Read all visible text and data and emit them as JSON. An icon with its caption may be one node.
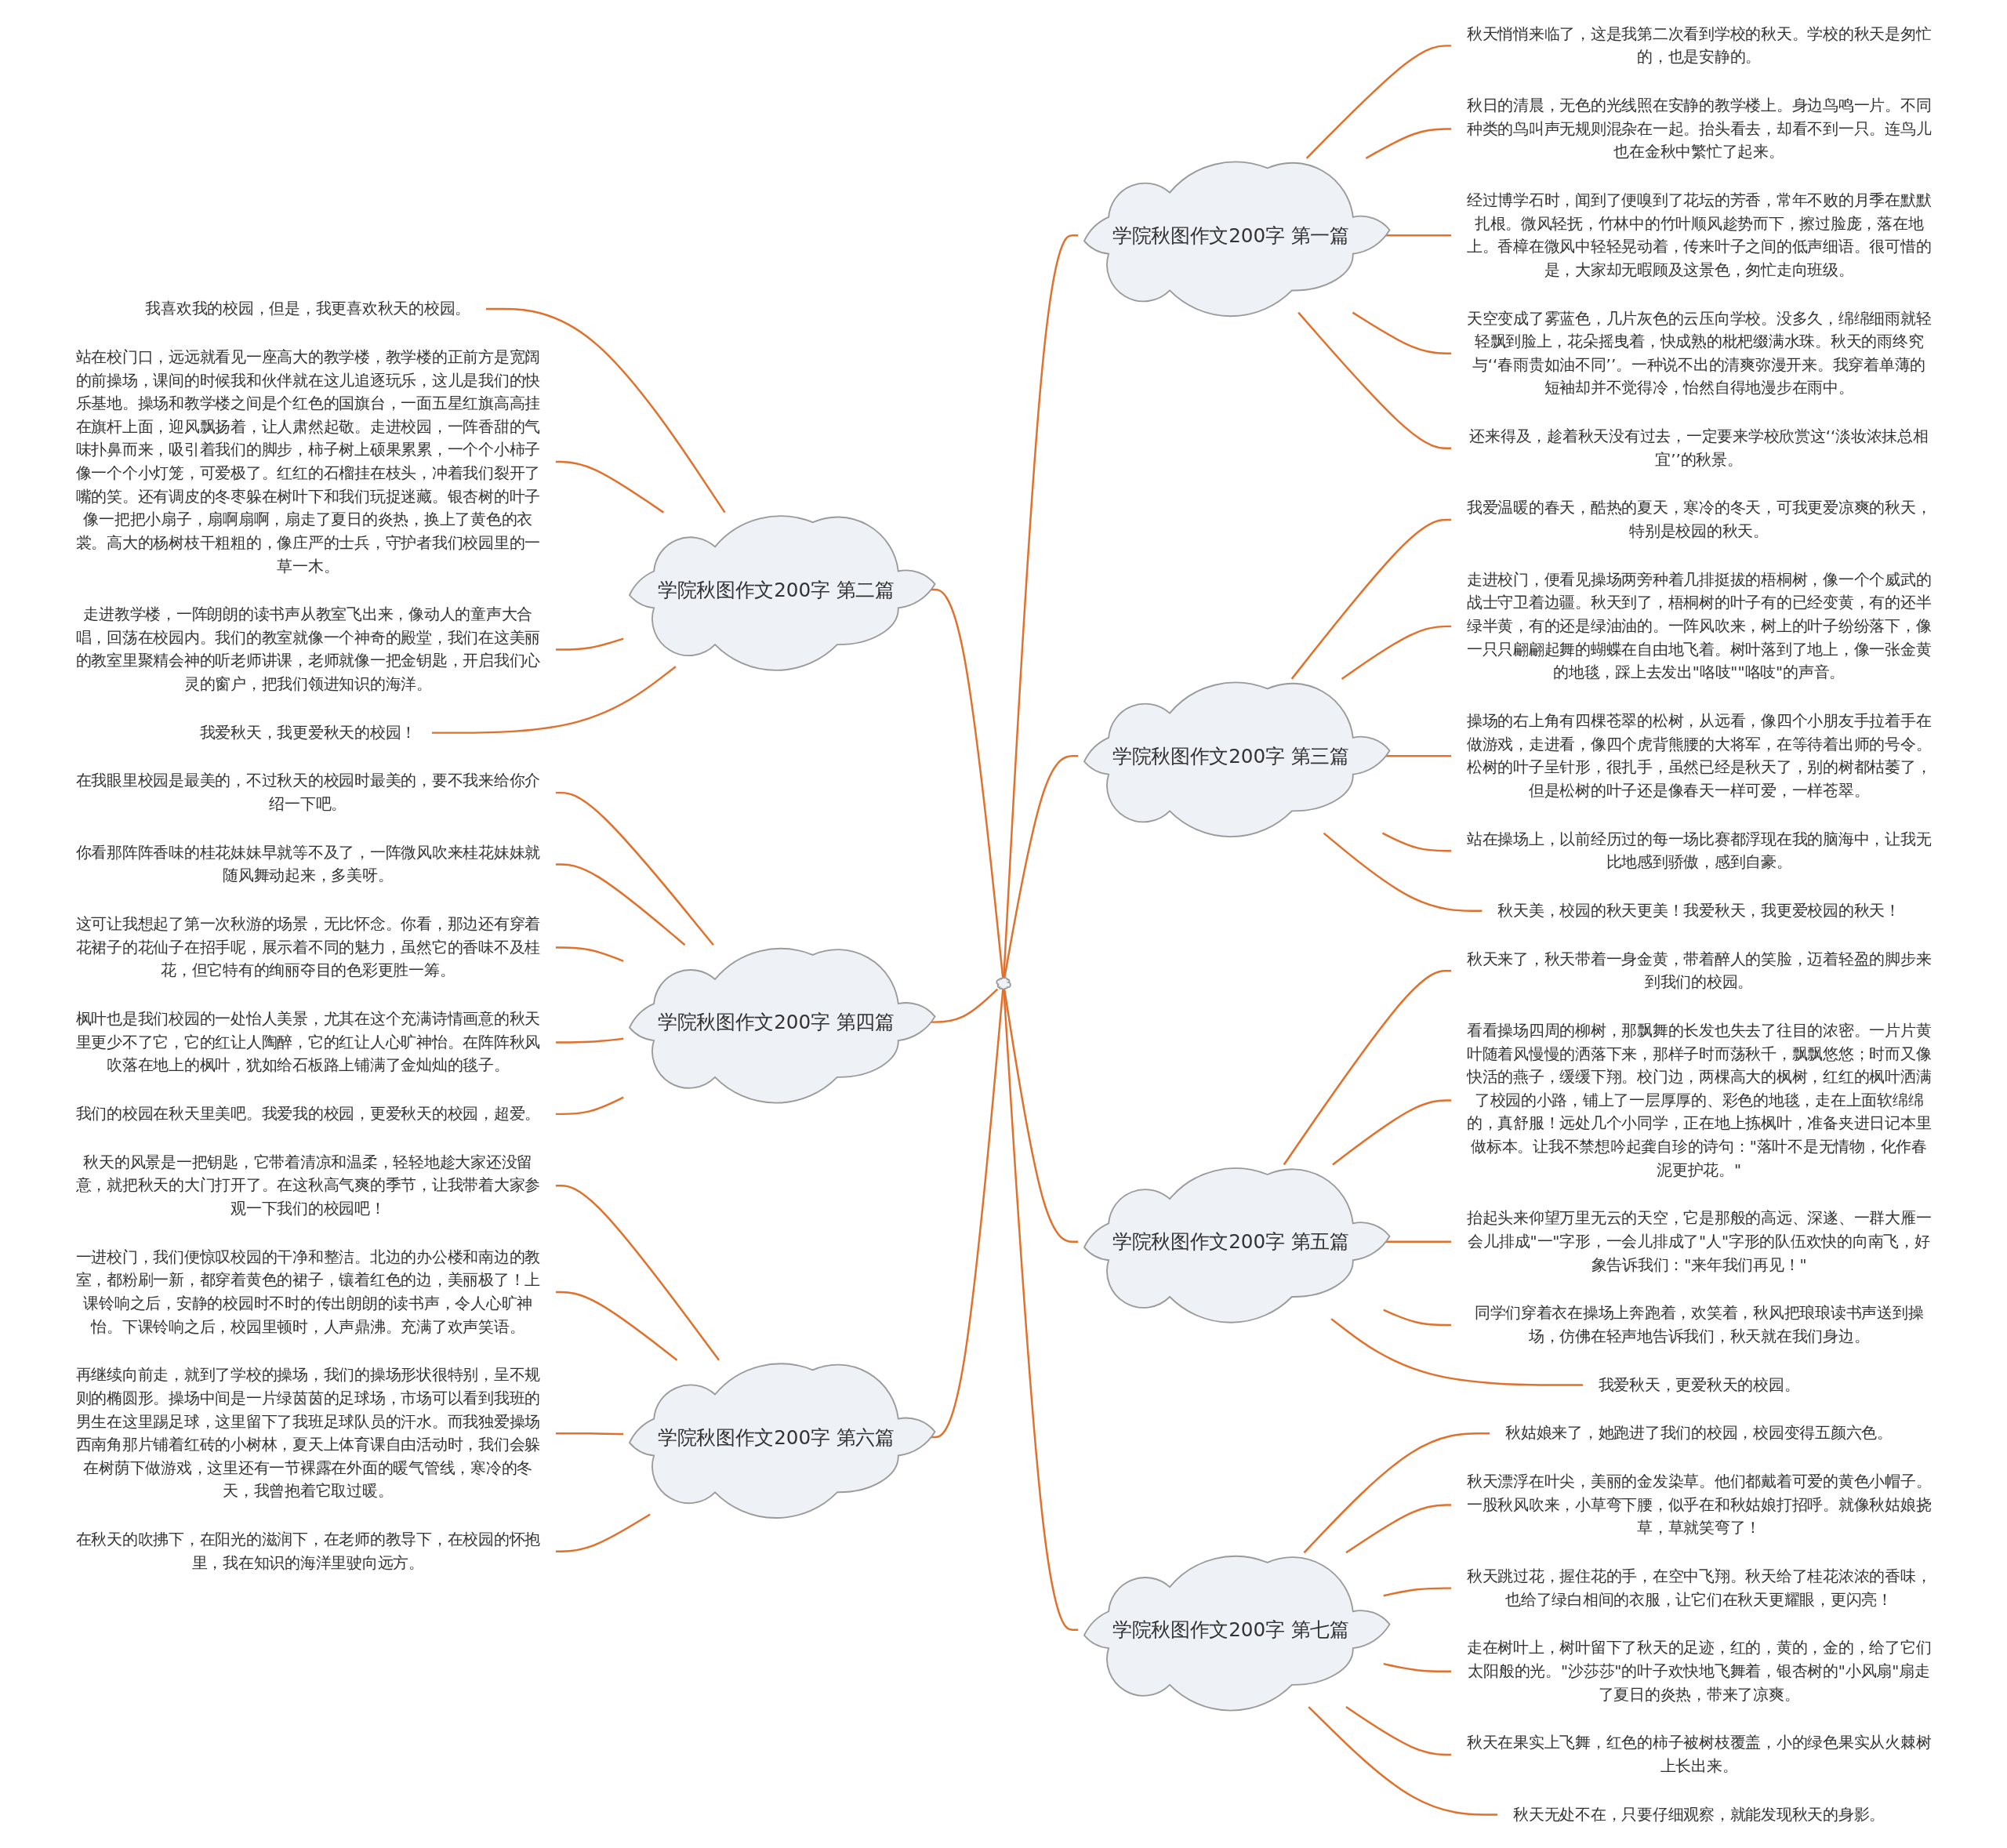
{
  "diagram": {
    "nodes": [
      {
        "text": [],
        "shape": "cloud"
      },
      {
        "text": [
          "学院秋图作文200字 第一篇"
        ]
      },
      {
        "text": [
          "秋天悄悄来临了，这是我第二次看到学校的秋天。学校的秋天是匆忙的，也是安静的。"
        ]
      },
      {
        "text": [
          "秋日的清晨，无色的光线照在安静的教学楼上。身边鸟鸣一片。不同种类的鸟叫声无规则混杂在一起。抬头看去，却看不到一只。连鸟儿也在金秋中繁忙了起来。"
        ]
      },
      {
        "text": [
          "经过博学石时，闻到了便嗅到了花坛的芳香，常年不败的月季在默默扎根。微风轻抚，竹林中的竹叶顺风趁势而下，擦过脸庞，落在地上。香樟在微风中轻轻晃动着，传来叶子之间的低声细语。很可惜的是，大家却无暇顾及这景色，匆忙走向班级。"
        ]
      },
      {
        "text": [
          "天空变成了雾蓝色，几片灰色的云压向学校。没多久，绵绵细雨就轻轻飘到脸上，花朵摇曳着，快成熟的枇杷缀满水珠。秋天的雨终究与‘‘春雨贵如油不同’’。一种说不出的清爽弥漫开来。我穿着单薄的短袖却并不觉得冷，怡然自得地漫步在雨中。"
        ]
      },
      {
        "text": [
          "还来得及，趁着秋天没有过去，一定要来学校欣赏这‘‘淡妆浓抹总相宜’’的秋景。"
        ]
      },
      {
        "text": [
          "学院秋图作文200字 第二篇"
        ]
      },
      {
        "text": [
          "我喜欢我的校园，但是，我更喜欢秋天的校园。"
        ]
      },
      {
        "text": [
          "站在校门口，远远就看见一座高大的教学楼，教学楼的正前方是宽阔的前操场，课间的时候我和伙伴就在这儿追逐玩乐，这儿是我们的快乐基地。操场和教学楼之间是个红色的国旗台，一面五星红旗高高挂在旗杆上面，迎风飘扬着，让人肃然起敬。走进校园，一阵香甜的气味扑鼻而来，吸引着我们的脚步，柿子树上硕果累累，一个个小柿子像一个个小灯笼，可爱极了。红红的石榴挂在枝头，冲着我们裂开了嘴的笑。还有调皮的冬枣躲在树叶下和我们玩捉迷藏。银杏树的叶子像一把把小扇子，扇啊扇啊，扇走了夏日的炎热，换上了黄色的衣裳。高大的杨树枝干粗粗的，像庄严的士兵，守护者我们校园里的一草一木。"
        ]
      },
      {
        "text": [
          "走进教学楼，一阵朗朗的读书声从教室飞出来，像动人的童声大合唱，回荡在校园内。我们的教室就像一个神奇的殿堂，我们在这美丽的教室里聚精会神的听老师讲课，老师就像一把金钥匙，开启我们心灵的窗户，把我们领进知识的海洋。"
        ]
      },
      {
        "text": [
          "我爱秋天，我更爱秋天的校园！"
        ]
      },
      {
        "text": [
          "学院秋图作文200字 第三篇"
        ]
      },
      {
        "text": [
          "我爱温暖的春天，酷热的夏天，寒冷的冬天，可我更爱凉爽的秋天，特别是校园的秋天。"
        ]
      },
      {
        "text": [
          "走进校门，便看见操场两旁种着几排挺拔的梧桐树，像一个个威武的战士守卫着边疆。秋天到了，梧桐树的叶子有的已经变黄，有的还半绿半黄，有的还是绿油油的。一阵风吹来，树上的叶子纷纷落下，像一只只翩翩起舞的蝴蝶在自由地飞着。树叶落到了地上，像一张金黄的地毯，踩上去发出\"咯吱\"\"咯吱\"的声音。"
        ]
      },
      {
        "text": [
          "操场的右上角有四棵苍翠的松树，从远看，像四个小朋友手拉着手在做游戏，走进看，像四个虎背熊腰的大将军，在等待着出师的号令。松树的叶子呈针形，很扎手，虽然已经是秋天了，别的树都枯萎了，但是松树的叶子还是像春天一样可爱，一样苍翠。"
        ]
      },
      {
        "text": [
          "站在操场上，以前经历过的每一场比赛都浮现在我的脑海中，让我无比地感到骄傲，感到自豪。"
        ]
      },
      {
        "text": [
          "秋天美，校园的秋天更美！我爱秋天，我更爱校园的秋天！"
        ]
      },
      {
        "text": [
          "学院秋图作文200字 第四篇"
        ]
      },
      {
        "text": [
          "在我眼里校园是最美的，不过秋天的校园时最美的，要不我来给你介绍一下吧。"
        ]
      },
      {
        "text": [
          "你看那阵阵香味的桂花妹妹早就等不及了，一阵微风吹来桂花妹妹就随风舞动起来，多美呀。"
        ]
      },
      {
        "text": [
          "这可让我想起了第一次秋游的场景，无比怀念。你看，那边还有穿着花裙子的花仙子在招手呢，展示着不同的魅力，虽然它的香味不及桂花，但它特有的绚丽夺目的色彩更胜一筹。"
        ]
      },
      {
        "text": [
          "枫叶也是我们校园的一处怡人美景，尤其在这个充满诗情画意的秋天里更少不了它，它的红让人陶醉，它的红让人心旷神怡。在阵阵秋风吹落在地上的枫叶，犹如给石板路上铺满了金灿灿的毯子。"
        ]
      },
      {
        "text": [
          "我们的校园在秋天里美吧。我爱我的校园，更爱秋天的校园，超爱。"
        ]
      },
      {
        "text": [
          "学院秋图作文200字 第五篇"
        ]
      },
      {
        "text": [
          "秋天来了，秋天带着一身金黄，带着醉人的笑脸，迈着轻盈的脚步来到我们的校园。"
        ]
      },
      {
        "text": [
          "看看操场四周的柳树，那飘舞的长发也失去了往目的浓密。一片片黄叶随着风慢慢的洒落下来，那样子时而荡秋千，飘飘悠悠；时而又像快活的燕子，缓缓下翔。校门边，两棵高大的枫树，红红的枫叶洒满了校园的小路，铺上了一层厚厚的、彩色的地毯，走在上面软绵绵的，真舒服！远处几个小同学，正在地上拣枫叶，准备夹进日记本里做标本。让我不禁想吟起龚自珍的诗句：\"落叶不是无情物，化作春泥更护花。\""
        ]
      },
      {
        "text": [
          "抬起头来仰望万里无云的天空，它是那般的高远、深遂、一群大雁一会儿排成\"一\"字形，一会儿排成了\"人\"字形的队伍欢快的向南飞，好象告诉我们：\"来年我们再见！\""
        ]
      },
      {
        "text": [
          "同学们穿着衣在操场上奔跑着，欢笑着，秋风把琅琅读书声送到操场，仿佛在轻声地告诉我们，秋天就在我们身边。"
        ]
      },
      {
        "text": [
          "我爱秋天，更爱秋天的校园。"
        ]
      },
      {
        "text": [
          "学院秋图作文200字 第六篇"
        ]
      },
      {
        "text": [
          "秋天的风景是一把钥匙，它带着清凉和温柔，轻轻地趁大家还没留意，就把秋天的大门打开了。在这秋高气爽的季节，让我带着大家参观一下我们的校园吧！"
        ]
      },
      {
        "text": [
          "一进校门，我们便惊叹校园的干净和整洁。北边的办公楼和南边的教室，都粉刷一新，都穿着黄色的裙子，镶着红色的边，美丽极了！上课铃响之后，安静的校园时不时的传出朗朗的读书声，令人心旷神怡。下课铃响之后，校园里顿时，人声鼎沸。充满了欢声笑语。"
        ]
      },
      {
        "text": [
          "再继续向前走，就到了学校的操场，我们的操场形状很特别，呈不规则的椭圆形。操场中间是一片绿茵茵的足球场，市场可以看到我班的男生在这里踢足球，这里留下了我班足球队员的汗水。而我独爱操场西南角那片铺着红砖的小树林，夏天上体育课自由活动时，我们会躲在树荫下做游戏，这里还有一节裸露在外面的暖气管线，寒冷的冬天，我曾抱着它取过暖。"
        ]
      },
      {
        "text": [
          "在秋天的吹拂下，在阳光的滋润下，在老师的教导下，在校园的怀抱里，我在知识的海洋里驶向远方。"
        ]
      },
      {
        "text": [
          "学院秋图作文200字 第七篇"
        ]
      },
      {
        "text": [
          "秋姑娘来了，她跑进了我们的校园，校园变得五颜六色。"
        ]
      },
      {
        "text": [
          "秋天漂浮在叶尖，美丽的金发染草。他们都戴着可爱的黄色小帽子。一股秋风吹来，小草弯下腰，似乎在和秋姑娘打招呼。就像秋姑娘挠草，草就笑弯了！"
        ]
      },
      {
        "text": [
          "秋天跳过花，握住花的手，在空中飞翔。秋天给了桂花浓浓的香味，也给了绿白相间的衣服，让它们在秋天更耀眼，更闪亮！"
        ]
      },
      {
        "text": [
          "走在树叶上，树叶留下了秋天的足迹，红的，黄的，金的，给了它们太阳般的光。\"沙莎莎\"的叶子欢快地飞舞着，银杏树的\"小风扇\"扇走了夏日的炎热，带来了凉爽。"
        ]
      },
      {
        "text": [
          "秋天在果实上飞舞，红色的柿子被树枝覆盖，小的绿色果实从火棘树上长出来。"
        ]
      },
      {
        "text": [
          "秋天无处不在，只要仔细观察，就能发现秋天的身影。"
        ]
      }
    ],
    "edges": [
      {
        "from": 0,
        "to": 1,
        "arrow": "none"
      },
      {
        "from": 1,
        "to": 2,
        "arrow": "none"
      },
      {
        "from": 1,
        "to": 3,
        "arrow": "none"
      },
      {
        "from": 1,
        "to": 4,
        "arrow": "none"
      },
      {
        "from": 1,
        "to": 5,
        "arrow": "none"
      },
      {
        "from": 1,
        "to": 6,
        "arrow": "none"
      },
      {
        "from": 7,
        "to": 0,
        "arrow": "none"
      },
      {
        "from": 8,
        "to": 7,
        "arrow": "none"
      },
      {
        "from": 9,
        "to": 7,
        "arrow": "none"
      },
      {
        "from": 10,
        "to": 7,
        "arrow": "none"
      },
      {
        "from": 11,
        "to": 7,
        "arrow": "none"
      },
      {
        "from": 0,
        "to": 12,
        "arrow": "none"
      },
      {
        "from": 12,
        "to": 13,
        "arrow": "none"
      },
      {
        "from": 12,
        "to": 14,
        "arrow": "none"
      },
      {
        "from": 12,
        "to": 15,
        "arrow": "none"
      },
      {
        "from": 12,
        "to": 16,
        "arrow": "none"
      },
      {
        "from": 12,
        "to": 17,
        "arrow": "none"
      },
      {
        "from": 18,
        "to": 0,
        "arrow": "none"
      },
      {
        "from": 19,
        "to": 18,
        "arrow": "none"
      },
      {
        "from": 20,
        "to": 18,
        "arrow": "none"
      },
      {
        "from": 21,
        "to": 18,
        "arrow": "none"
      },
      {
        "from": 22,
        "to": 18,
        "arrow": "none"
      },
      {
        "from": 23,
        "to": 18,
        "arrow": "none"
      },
      {
        "from": 0,
        "to": 24,
        "arrow": "none"
      },
      {
        "from": 24,
        "to": 25,
        "arrow": "none"
      },
      {
        "from": 24,
        "to": 26,
        "arrow": "none"
      },
      {
        "from": 24,
        "to": 27,
        "arrow": "none"
      },
      {
        "from": 24,
        "to": 28,
        "arrow": "none"
      },
      {
        "from": 24,
        "to": 29,
        "arrow": "none"
      },
      {
        "from": 30,
        "to": 0,
        "arrow": "none"
      },
      {
        "from": 31,
        "to": 30,
        "arrow": "none"
      },
      {
        "from": 32,
        "to": 30,
        "arrow": "none"
      },
      {
        "from": 33,
        "to": 30,
        "arrow": "none"
      },
      {
        "from": 34,
        "to": 30,
        "arrow": "none"
      },
      {
        "from": 0,
        "to": 35,
        "arrow": "none"
      },
      {
        "from": 35,
        "to": 36,
        "arrow": "none"
      },
      {
        "from": 35,
        "to": 37,
        "arrow": "none"
      },
      {
        "from": 35,
        "to": 38,
        "arrow": "none"
      },
      {
        "from": 35,
        "to": 39,
        "arrow": "none"
      },
      {
        "from": 35,
        "to": 40,
        "arrow": "none"
      },
      {
        "from": 35,
        "to": 41,
        "arrow": "none"
      }
    ]
  }
}
